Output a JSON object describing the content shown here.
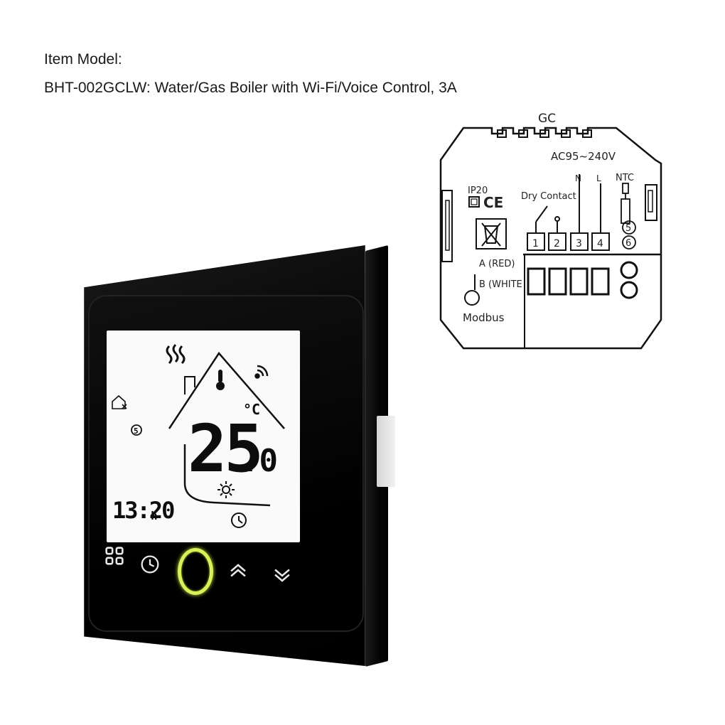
{
  "header": {
    "line1": "Item Model:",
    "line2": "BHT-002GCLW: Water/Gas Boiler with Wi-Fi/Voice Control, 3A"
  },
  "diagram": {
    "model_code": "GC",
    "voltage": "AC95~240V",
    "ip_rating": "IP20",
    "ce_mark": "CE",
    "dry_contact_label": "Dry Contact",
    "n_label": "N",
    "l_label": "L",
    "ntc_label": "NTC",
    "terminals": [
      "1",
      "2",
      "3",
      "4"
    ],
    "ntc_terminals": [
      "5",
      "6"
    ],
    "modbus_a": "A (RED)",
    "modbus_b": "B (WHITE",
    "modbus_label": "Modbus"
  },
  "display": {
    "temperature": "25",
    "temperature_decimal": ".0",
    "unit": "°C",
    "time": "13:20",
    "time_suffix": "h",
    "program_number": "5"
  },
  "colors": {
    "frame": "#000000",
    "screen": "#fafafa",
    "power_ring": "#d8f05a"
  },
  "icons": {
    "heating": "heating-waves-icon",
    "wifi": "wifi-icon",
    "thermometer": "thermometer-icon",
    "sun": "sun-icon",
    "clock": "clock-icon",
    "home_settings": "home-settings-icon",
    "menu": "menu-grid-icon",
    "schedule": "schedule-clock-icon",
    "power": "power-ring-icon",
    "up": "chevron-up-icon",
    "down": "chevron-down-icon"
  }
}
